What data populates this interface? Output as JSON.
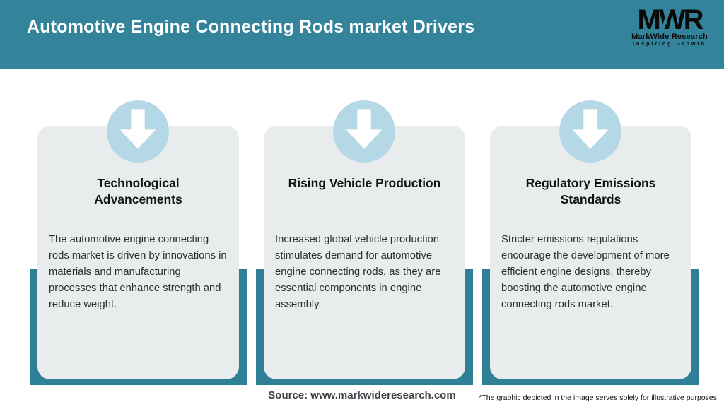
{
  "header": {
    "title": "Automotive Engine Connecting Rods market Drivers",
    "logo": {
      "acronym": "MWR",
      "name": "MarkWide Research",
      "tagline": "Inspiring Growth"
    }
  },
  "cards": [
    {
      "title": "Technological Advancements",
      "body": "The automotive engine connecting rods market is driven by innovations in materials and manufacturing processes that enhance strength and reduce weight.",
      "icon": "down-arrow-icon"
    },
    {
      "title": "Rising Vehicle Production",
      "body": "Increased global vehicle production stimulates demand for automotive engine connecting rods, as they are essential components in engine assembly.",
      "icon": "down-arrow-icon"
    },
    {
      "title": "Regulatory Emissions Standards",
      "body": "Stricter emissions regulations encourage the development of more efficient engine designs, thereby boosting the automotive engine connecting rods market.",
      "icon": "down-arrow-icon"
    }
  ],
  "footer": {
    "source": "Source: www.markwideresearch.com",
    "disclaimer": "*The graphic depicted in the image serves solely for illustrative purposes"
  },
  "colors": {
    "header_teal": "#33839B",
    "tray_teal": "#2F7F96",
    "card_gray": "#E9ECED",
    "circle_blue": "#B4D8E6",
    "arrow_white": "#FFFFFF",
    "logo_black": "#0A0A0A",
    "title_white": "#FFFFFF",
    "body_text": "#2D2D2D",
    "source_text": "#3E4146",
    "disclaimer_text": "#111111"
  }
}
